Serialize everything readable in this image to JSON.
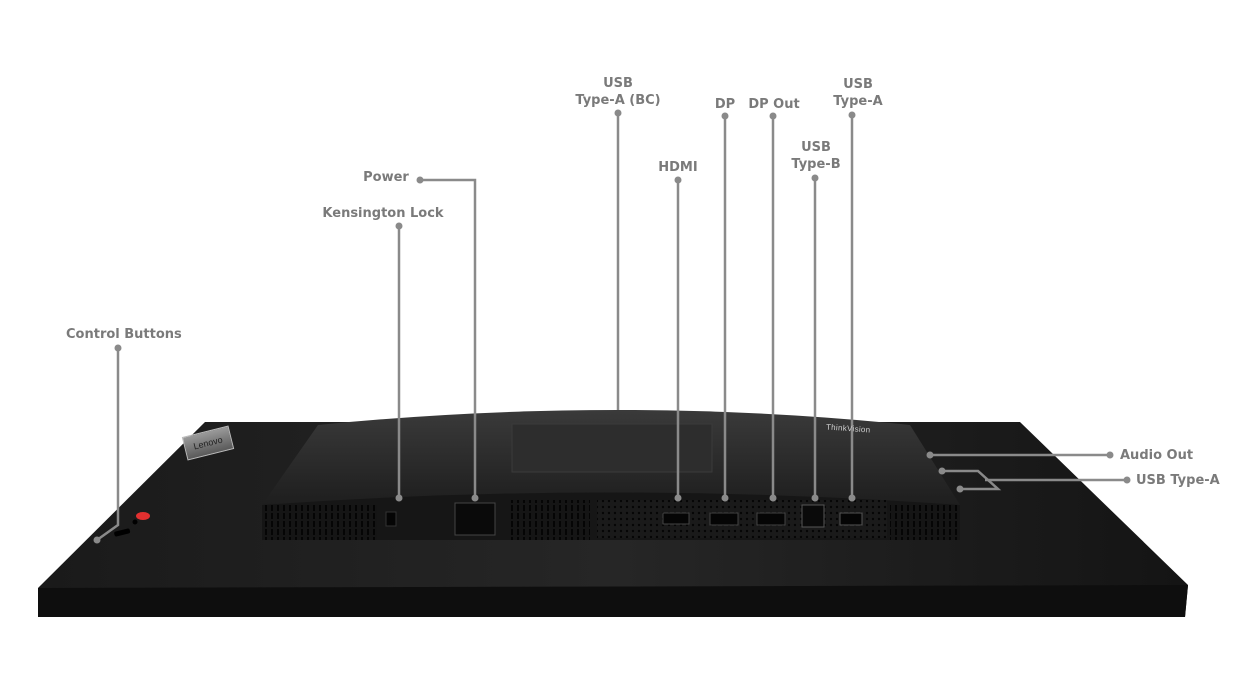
{
  "diagram": {
    "subject": "Monitor rear I/O ports",
    "branding": {
      "badge": "Lenovo",
      "model_text": "ThinkVision"
    },
    "callouts": [
      {
        "id": "control-buttons",
        "lines": [
          "Control Buttons"
        ]
      },
      {
        "id": "kensington-lock",
        "lines": [
          "Kensington Lock"
        ]
      },
      {
        "id": "power",
        "lines": [
          "Power"
        ]
      },
      {
        "id": "usb-type-a-bc",
        "lines": [
          "USB",
          "Type-A (BC)"
        ]
      },
      {
        "id": "hdmi",
        "lines": [
          "HDMI"
        ]
      },
      {
        "id": "dp",
        "lines": [
          "DP"
        ]
      },
      {
        "id": "dp-out",
        "lines": [
          "DP Out"
        ]
      },
      {
        "id": "usb-type-b",
        "lines": [
          "USB",
          "Type-B"
        ]
      },
      {
        "id": "usb-type-a-top",
        "lines": [
          "USB",
          "Type-A"
        ]
      },
      {
        "id": "audio-out",
        "lines": [
          "Audio Out"
        ]
      },
      {
        "id": "usb-type-a-side",
        "lines": [
          "USB Type-A"
        ]
      }
    ],
    "colors": {
      "line": "#8a8a8a",
      "label": "#7a7a7a",
      "monitor": "#1c1c1c",
      "power_button": "#e23030"
    }
  }
}
